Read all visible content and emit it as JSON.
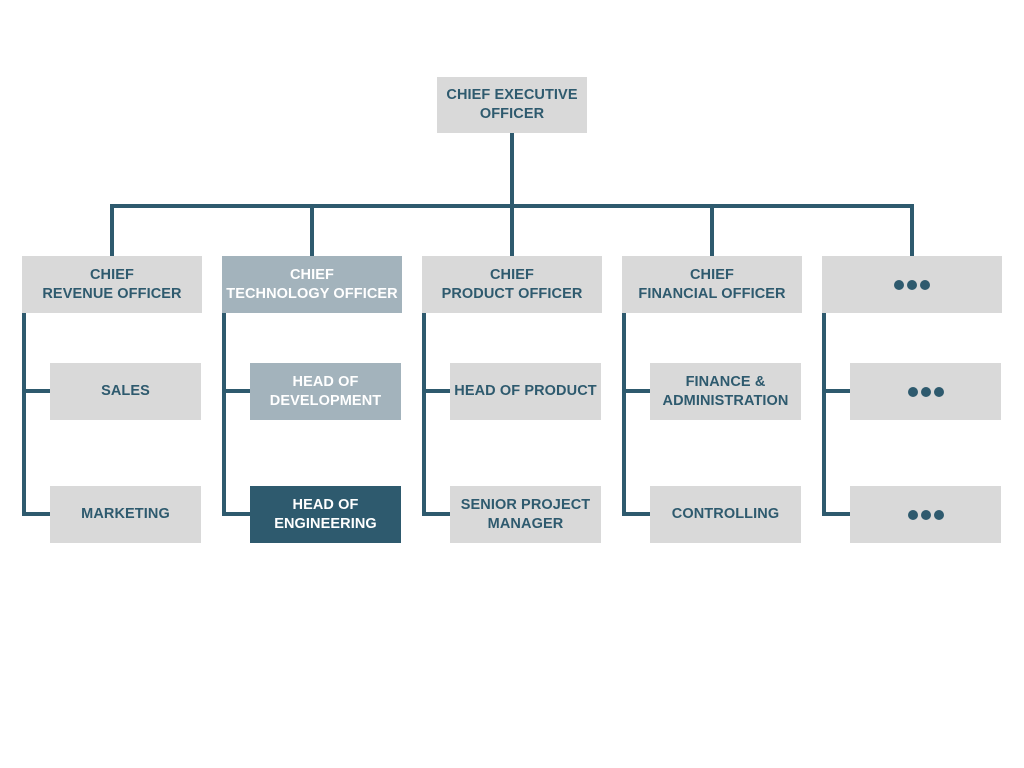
{
  "chart_data": {
    "type": "org-chart",
    "colors": {
      "line": "#2e5a6e",
      "box_default": "#d9d9d9",
      "box_medium": "#a3b3bc",
      "box_dark": "#2e5a6e",
      "text_dark": "#2e5a6e",
      "text_light": "#ffffff"
    },
    "root": {
      "id": "ceo",
      "label": "CHIEF EXECUTIVE\nOFFICER",
      "style": "default"
    },
    "departments": [
      {
        "id": "cro",
        "label": "CHIEF\nREVENUE OFFICER",
        "style": "default",
        "children": [
          {
            "id": "sales",
            "label": "SALES",
            "style": "default"
          },
          {
            "id": "marketing",
            "label": "MARKETING",
            "style": "default"
          }
        ]
      },
      {
        "id": "cto",
        "label": "CHIEF\nTECHNOLOGY OFFICER",
        "style": "medium",
        "children": [
          {
            "id": "head-of-development",
            "label": "HEAD OF\nDEVELOPMENT",
            "style": "medium"
          },
          {
            "id": "head-of-engineering",
            "label": "HEAD OF\nENGINEERING",
            "style": "dark"
          }
        ]
      },
      {
        "id": "cpo",
        "label": "CHIEF\nPRODUCT OFFICER",
        "style": "default",
        "children": [
          {
            "id": "head-of-product",
            "label": "HEAD OF PRODUCT",
            "style": "default"
          },
          {
            "id": "senior-project-manager",
            "label": "SENIOR PROJECT\nMANAGER",
            "style": "default"
          }
        ]
      },
      {
        "id": "cfo",
        "label": "CHIEF\nFINANCIAL OFFICER",
        "style": "default",
        "children": [
          {
            "id": "finance-administration",
            "label": "FINANCE &\nADMINISTRATION",
            "style": "default"
          },
          {
            "id": "controlling",
            "label": "CONTROLLING",
            "style": "default"
          }
        ]
      },
      {
        "id": "more",
        "label": "",
        "icon": "ellipsis-dots-icon",
        "style": "default",
        "children": [
          {
            "id": "more-1",
            "label": "",
            "icon": "ellipsis-dots-icon",
            "style": "default"
          },
          {
            "id": "more-2",
            "label": "",
            "icon": "ellipsis-dots-icon",
            "style": "default"
          }
        ]
      }
    ]
  }
}
